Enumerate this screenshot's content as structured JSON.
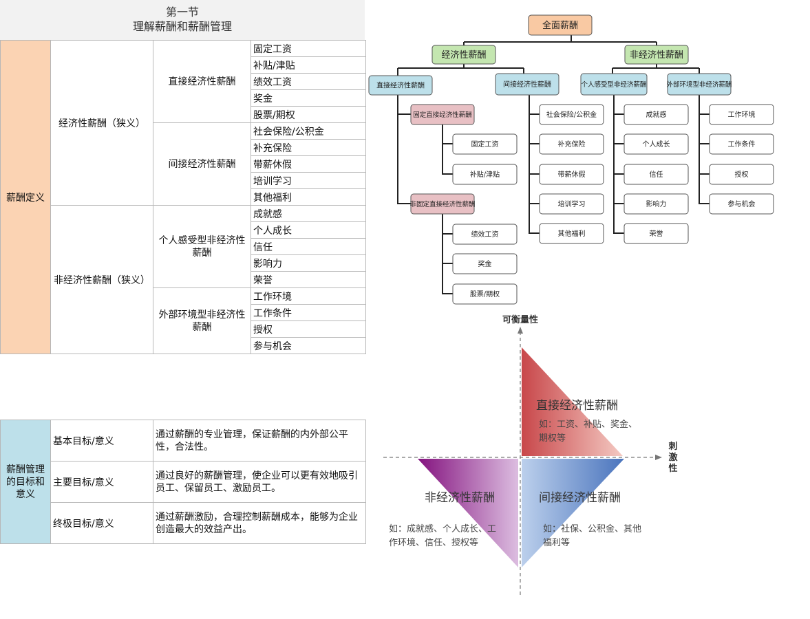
{
  "header": {
    "line1": "第一节",
    "line2": "理解薪酬和薪酬管理"
  },
  "definition_table": {
    "root": "薪酬定义",
    "economic": {
      "label": "经济性薪酬（狭义）",
      "direct": {
        "label": "直接经济性薪酬",
        "items": [
          "固定工资",
          "补贴/津贴",
          "绩效工资",
          "奖金",
          "股票/期权"
        ]
      },
      "indirect": {
        "label": "间接经济性薪酬",
        "items": [
          "社会保险/公积金",
          "补充保险",
          "带薪休假",
          "培训学习",
          "其他福利"
        ]
      }
    },
    "non_economic": {
      "label": "非经济性薪酬（狭义）",
      "personal": {
        "label": "个人感受型非经济性薪酬",
        "items": [
          "成就感",
          "个人成长",
          "信任",
          "影响力",
          "荣誉"
        ]
      },
      "environment": {
        "label": "外部环境型非经济性薪酬",
        "items": [
          "工作环境",
          "工作条件",
          "授权",
          "参与机会"
        ]
      }
    }
  },
  "management_table": {
    "root": "薪酬管理的目标和意义",
    "rows": [
      {
        "goal": "基本目标/意义",
        "desc": "通过薪酬的专业管理，保证薪酬的内外部公平性，合法性。"
      },
      {
        "goal": "主要目标/意义",
        "desc": "通过良好的薪酬管理，使企业可以更有效地吸引员工、保留员工、激励员工。"
      },
      {
        "goal": "终极目标/意义",
        "desc": "通过薪酬激励，合理控制薪酬成本，能够为企业创造最大的效益产出。"
      }
    ]
  },
  "org_chart": {
    "root": "全面薪酬",
    "economic": "经济性薪酬",
    "non_economic": "非经济性薪酬",
    "direct": "直接经济性薪酬",
    "indirect": "间接经济性薪酬",
    "personal": "个人感受型非经济薪酬",
    "environment": "外部环境型非经济薪酬",
    "fixed_direct": "固定直接经济性薪酬",
    "fixed_items": [
      "固定工资",
      "补贴/津贴"
    ],
    "nonfixed_direct": "非固定直接经济性薪酬",
    "nonfixed_items": [
      "绩效工资",
      "奖金",
      "股票/期权"
    ],
    "indirect_items": [
      "社会保险/公积金",
      "补充保险",
      "带薪休假",
      "培训学习",
      "其他福利"
    ],
    "personal_items": [
      "成就感",
      "个人成长",
      "信任",
      "影响力",
      "荣誉"
    ],
    "environment_items": [
      "工作环境",
      "工作条件",
      "授权",
      "参与机会"
    ],
    "colors": {
      "root": "#f9c9a3",
      "level1": "#c4e6b0",
      "level2": "#bde0ea",
      "level3": "#e8c0c4"
    }
  },
  "quadrant": {
    "y_axis": "可衡量性",
    "x_axis": "刺激性",
    "direct": {
      "title": "直接经济性薪酬",
      "desc1": "如：工资、补贴、奖金、",
      "desc2": "期权等"
    },
    "indirect": {
      "title": "间接经济性薪酬",
      "desc1": "如：社保、公积金、其他",
      "desc2": "福利等"
    },
    "non_economic": {
      "title": "非经济性薪酬",
      "desc1": "如：成就感、个人成长、工",
      "desc2": "作环境、信任、授权等"
    },
    "colors": {
      "red": "#c8474a",
      "blue": "#4f79bf",
      "purple": "#8a1a86"
    }
  }
}
